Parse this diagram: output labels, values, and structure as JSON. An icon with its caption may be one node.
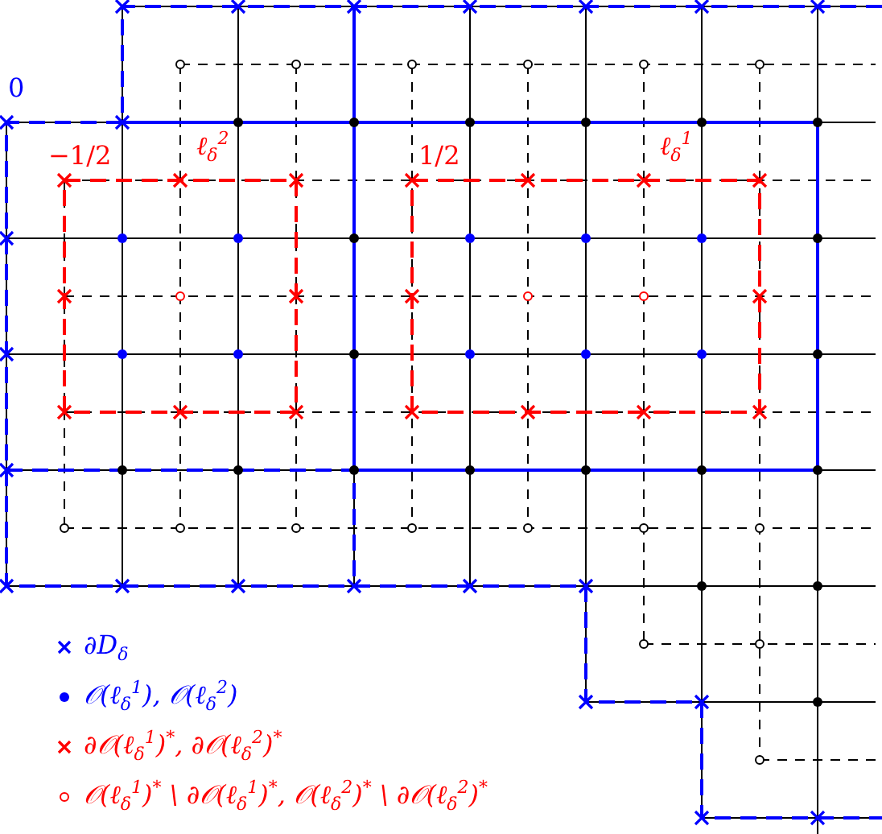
{
  "diagram": {
    "labels": [
      "0",
      "−1/2",
      "ℓ$_{δ}$$^{2}$",
      "1/2",
      "ℓ$_{δ}$$^{1}$"
    ],
    "legend": [
      {
        "text": "∂D$_{δ}$"
      },
      {
        "text": "𝒪(ℓ$_{δ}$$^{1}$), 𝒪(ℓ$_{δ}$$^{2}$)"
      },
      {
        "text": "∂𝒪(ℓ$_{δ}$$^{1}$)$^{*}$, ∂𝒪(ℓ$_{δ}$$^{2}$)$^{*}$"
      },
      {
        "text": "𝒪(ℓ$_{δ}$$^{1}$)$^{*}$ \\ ∂𝒪(ℓ$_{δ}$$^{1}$)$^{*}$, 𝒪(ℓ$_{δ}$$^{2}$)$^{*}$ \\ ∂𝒪(ℓ$_{δ}$$^{2}$)$^{*}$"
      }
    ]
  }
}
